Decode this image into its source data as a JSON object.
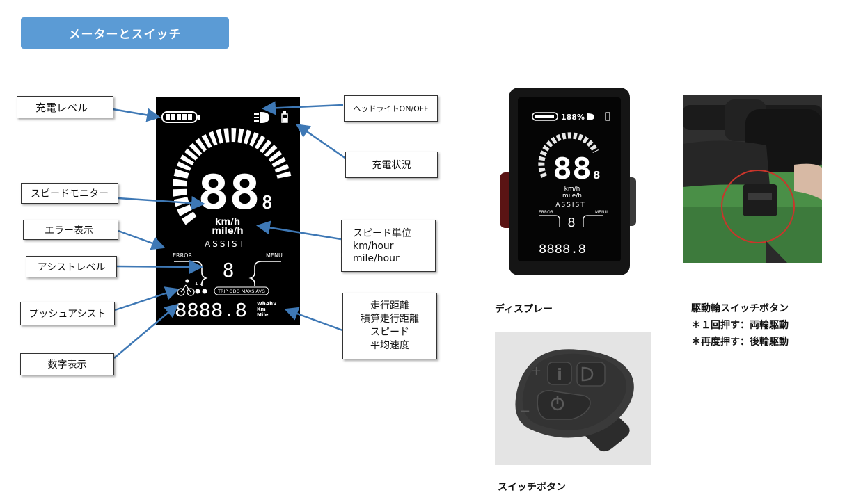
{
  "header": {
    "title": "メーターとスイッチ"
  },
  "callouts": {
    "battery_level": "充電レベル",
    "headlight": "ヘッドライトON/OFF",
    "charging_status": "充電状況",
    "speed_monitor": "スピードモニター",
    "error_display": "エラー表示",
    "speed_unit_title": "スピード単位",
    "speed_unit_km": "km/hour",
    "speed_unit_mile": "mile/hour",
    "assist_level": "アシストレベル",
    "push_assist": "プッシュアシスト",
    "distance_1": "走行距離",
    "distance_2": "積算走行距離",
    "distance_3": "スピード",
    "distance_4": "平均速度",
    "digital_display": "数字表示"
  },
  "lcd": {
    "speed_digits": "88",
    "speed_decimal": "8",
    "unit_km": "km/h",
    "unit_mile": "mile/h",
    "assist_word": "ASSIST",
    "error_word": "ERROR",
    "menu_word": "MENU",
    "assist_value": "8",
    "mode_bar": "TRIP ODO MAXS AVG",
    "odometer": "8888.8",
    "unit_stack_1": "WhAhV",
    "unit_stack_2": "Km",
    "unit_stack_3": "Mile",
    "push_nums": "1 2"
  },
  "photo_display": {
    "battery_pct": "188%",
    "speed": "88",
    "decimal": "8",
    "unit_km": "km/h",
    "unit_mile": "mile/h",
    "assist_word": "ASSIST",
    "error_word": "ERROR",
    "menu_word": "MENU",
    "assist_value": "8",
    "odometer": "8888.8"
  },
  "captions": {
    "display": "ディスプレー",
    "switch_button": "スイッチボタン",
    "drive_title": "駆動輪スイッチボタン",
    "drive_line1": "＊１回押す：両輪駆動",
    "drive_line2": "＊再度押す：後輪駆動"
  },
  "colors": {
    "banner": "#5b9bd5",
    "arrow": "#3e78b5",
    "lcd_bg": "#000000"
  }
}
